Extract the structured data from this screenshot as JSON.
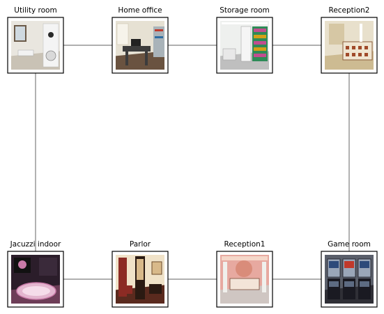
{
  "diagram": {
    "edge_color": "#7f7f7f",
    "nodes": [
      {
        "id": "utility",
        "label": "Utility room",
        "picture": "utility-room-photo",
        "palette": {
          "wall": "#e9e6df",
          "floor": "#c9c2b5",
          "accent": "#6b5a48",
          "object": "#f4f4f4",
          "detail": "#2a2a2a"
        }
      },
      {
        "id": "office",
        "label": "Home office",
        "picture": "home-office-photo",
        "palette": {
          "wall": "#e6e1d3",
          "floor": "#6a5340",
          "accent": "#3c3c3c",
          "object": "#a9b3b9",
          "detail": "#c0392b"
        }
      },
      {
        "id": "storage",
        "label": "Storage room",
        "picture": "storage-room-photo",
        "palette": {
          "wall": "#eef0ee",
          "floor": "#bfbfbf",
          "accent": "#2e8b57",
          "object": "#f5f5f5",
          "detail": "#d4a017"
        }
      },
      {
        "id": "reception2",
        "label": "Reception2",
        "picture": "reception2-photo",
        "palette": {
          "wall": "#e8e0cc",
          "floor": "#cdbb92",
          "accent": "#8b5e3c",
          "object": "#f0e6d2",
          "detail": "#a04a2a"
        }
      },
      {
        "id": "jacuzzi",
        "label": "Jacuzzi indoor",
        "picture": "jacuzzi-indoor-photo",
        "palette": {
          "wall": "#2b1d2a",
          "floor": "#6d3d57",
          "accent": "#c97aa8",
          "object": "#e3b6cf",
          "detail": "#111111"
        }
      },
      {
        "id": "parlor",
        "label": "Parlor",
        "picture": "parlor-photo",
        "palette": {
          "wall": "#f0e2c8",
          "floor": "#5a2a1e",
          "accent": "#8c2b24",
          "object": "#d8b98a",
          "detail": "#2b1a12"
        }
      },
      {
        "id": "reception1",
        "label": "Reception1",
        "picture": "reception1-photo",
        "palette": {
          "wall": "#e7a9a0",
          "floor": "#cfc6c2",
          "accent": "#d98c7a",
          "object": "#f3e4d8",
          "detail": "#7a4b3a"
        }
      },
      {
        "id": "gameroom",
        "label": "Game room",
        "picture": "game-room-photo",
        "palette": {
          "wall": "#5a5f6a",
          "floor": "#2f2f36",
          "accent": "#c0392b",
          "object": "#9aa6b8",
          "detail": "#1a1a22"
        }
      }
    ],
    "edges": [
      {
        "from": "utility",
        "to": "office"
      },
      {
        "from": "office",
        "to": "storage"
      },
      {
        "from": "storage",
        "to": "reception2"
      },
      {
        "from": "utility",
        "to": "jacuzzi"
      },
      {
        "from": "reception2",
        "to": "gameroom"
      },
      {
        "from": "jacuzzi",
        "to": "parlor"
      },
      {
        "from": "parlor",
        "to": "reception1"
      },
      {
        "from": "reception1",
        "to": "gameroom"
      }
    ]
  }
}
